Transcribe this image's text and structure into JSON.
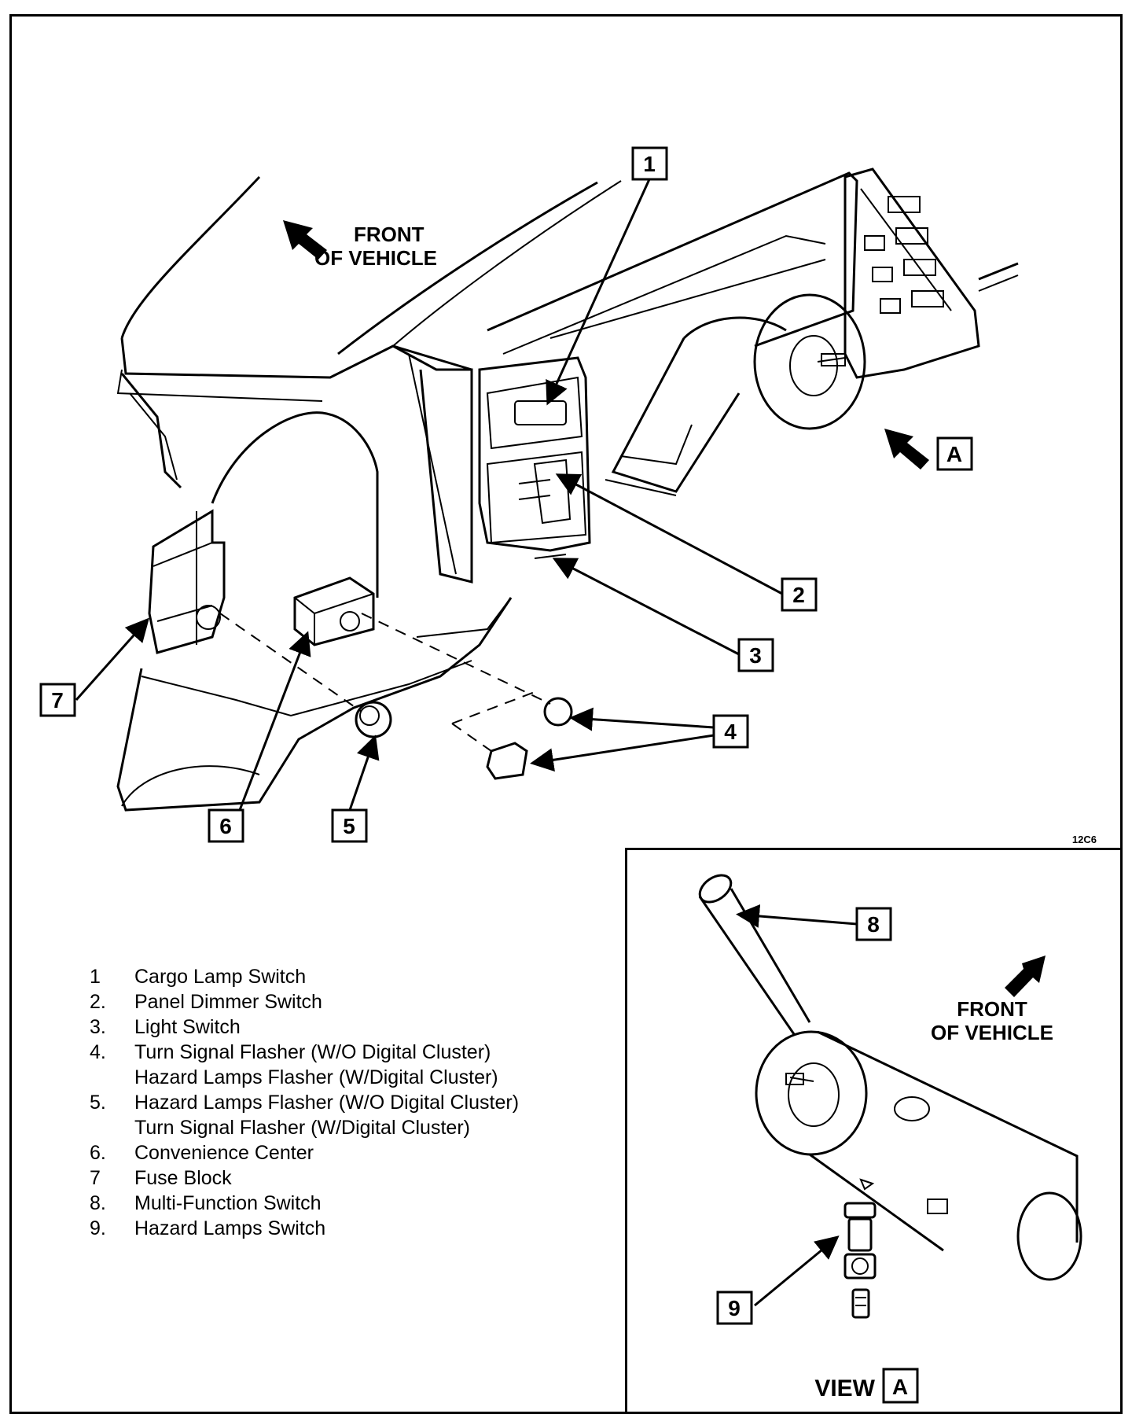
{
  "figure_code": "12C6",
  "direction_label": {
    "line1": "FRONT",
    "line2": "OF VEHICLE"
  },
  "view_label": {
    "prefix": "VIEW",
    "letter": "A"
  },
  "view_marker_letter": "A",
  "callouts": [
    "1",
    "2",
    "3",
    "4",
    "5",
    "6",
    "7",
    "8",
    "9"
  ],
  "legend": [
    {
      "num": "1",
      "text": "Cargo Lamp Switch"
    },
    {
      "num": "2.",
      "text": "Panel Dimmer Switch"
    },
    {
      "num": "3.",
      "text": "Light Switch"
    },
    {
      "num": "4.",
      "text": "Turn Signal Flasher (W/O Digital Cluster)",
      "cont": "Hazard Lamps Flasher (W/Digital Cluster)"
    },
    {
      "num": "5.",
      "text": "Hazard Lamps Flasher (W/O Digital Cluster)",
      "cont": "Turn Signal Flasher (W/Digital Cluster)"
    },
    {
      "num": "6.",
      "text": "Convenience Center"
    },
    {
      "num": "7",
      "text": "Fuse Block"
    },
    {
      "num": "8.",
      "text": "Multi-Function Switch"
    },
    {
      "num": "9.",
      "text": "Hazard Lamps Switch"
    }
  ]
}
